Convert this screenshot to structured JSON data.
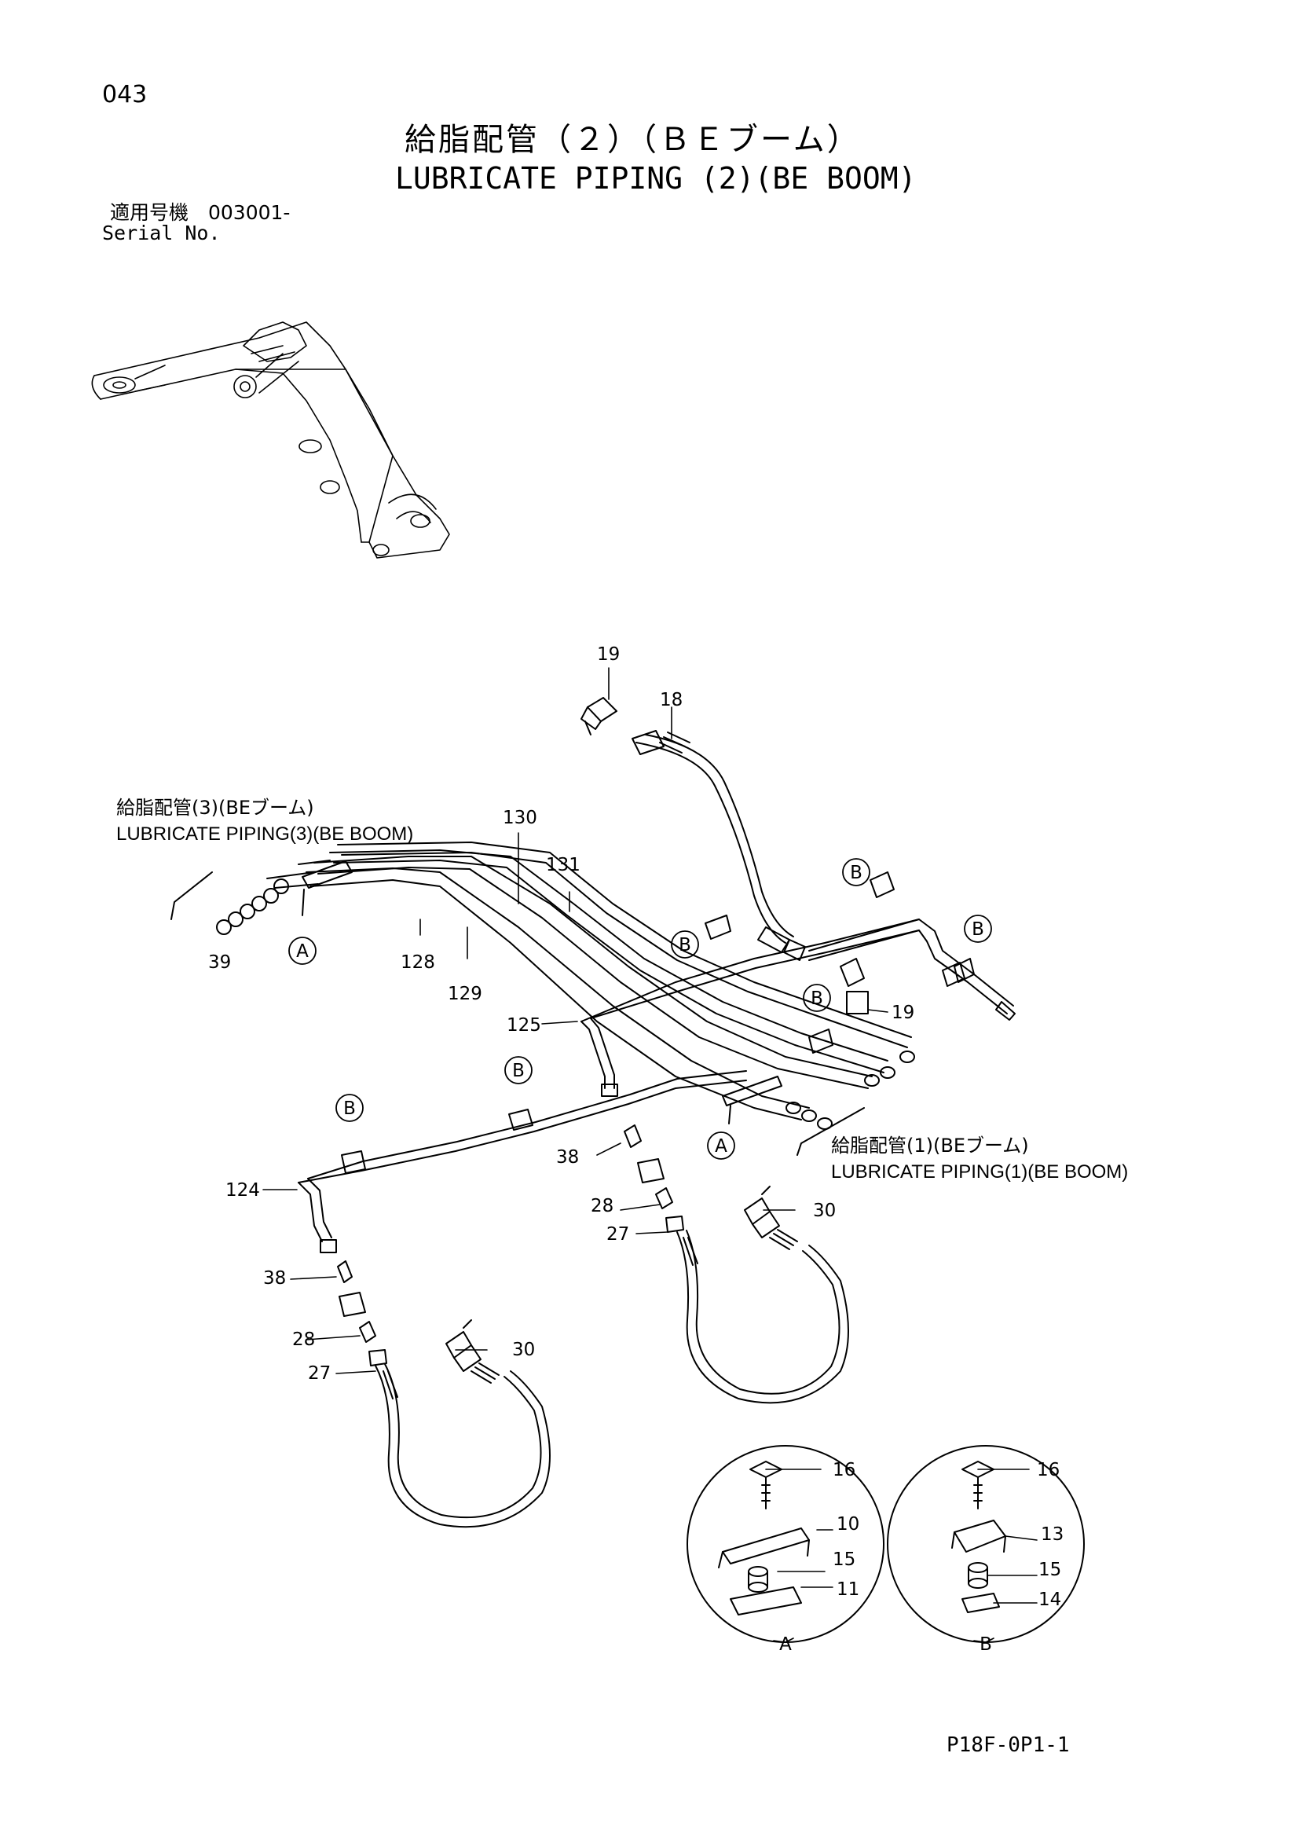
{
  "header": {
    "page_number": "043",
    "title_jp": "給脂配管（２）（ＢＥブーム）",
    "title_en": "LUBRICATE PIPING (2)(BE BOOM)",
    "serial_jp": "適用号機　003001-",
    "serial_en": "Serial No."
  },
  "references": {
    "piping3_jp": "給脂配管(3)(BEブーム)",
    "piping3_en": "LUBRICATE  PIPING(3)(BE BOOM)",
    "piping1_jp": "給脂配管(1)(BEブーム)",
    "piping1_en": "LUBRICATE  PIPING(1)(BE BOOM)"
  },
  "parts": {
    "p19a": "19",
    "p18": "18",
    "p130": "130",
    "p131": "131",
    "p39": "39",
    "p128": "128",
    "p129": "129",
    "p125": "125",
    "p19b": "19",
    "p124": "124",
    "p38a": "38",
    "p38b": "38",
    "p28a": "28",
    "p28b": "28",
    "p27a": "27",
    "p27b": "27",
    "p30a": "30",
    "p30b": "30",
    "p16a": "16",
    "p10": "10",
    "p15a": "15",
    "p11": "11",
    "p16b": "16",
    "p13": "13",
    "p15b": "15",
    "p14": "14"
  },
  "callouts": {
    "clampA": "A",
    "clampB": "B"
  },
  "footer": {
    "drawing_code": "P18F-0P1-1"
  }
}
